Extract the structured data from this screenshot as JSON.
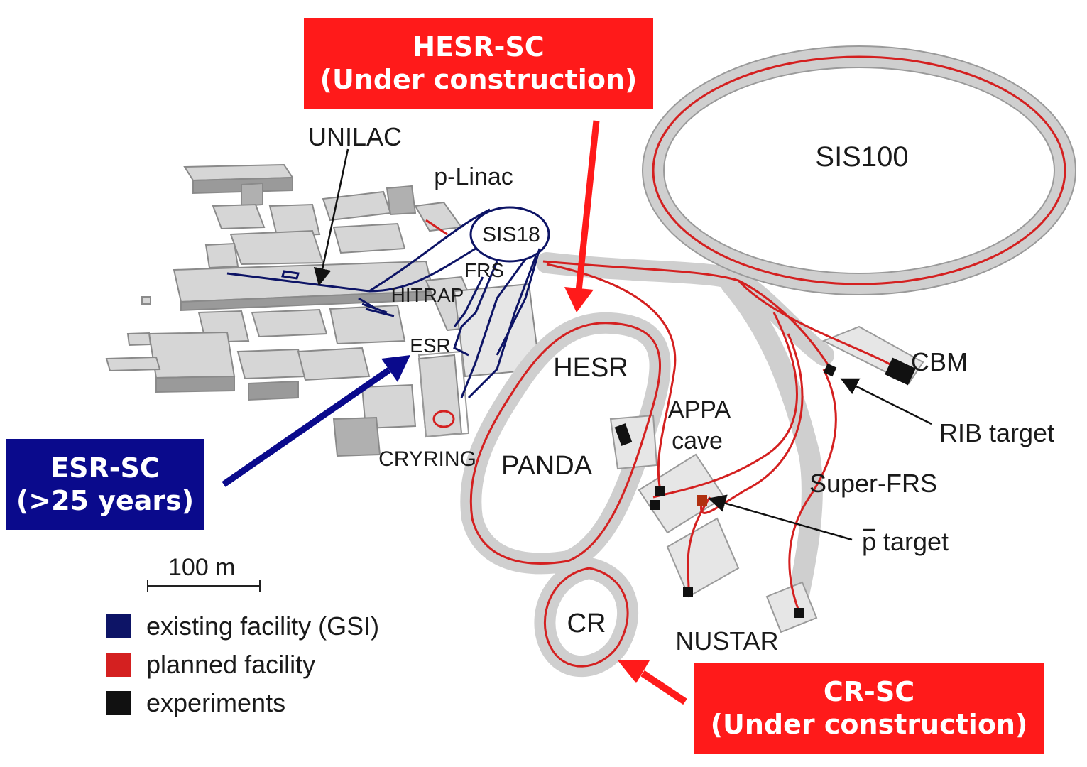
{
  "colors": {
    "existing": "#0d1466",
    "planned": "#d42020",
    "experiment": "#111111",
    "callout_red": "#ff1a1a",
    "callout_blue": "#0a0a8c",
    "building": "#c8c8c8",
    "building_dark": "#8a8a8a"
  },
  "callouts": {
    "hesr": {
      "line1": "HESR-SC",
      "line2": "(Under construction)"
    },
    "cr": {
      "line1": "CR-SC",
      "line2": "(Under construction)"
    },
    "esr": {
      "line1": "ESR-SC",
      "line2": "(>25 years)"
    }
  },
  "labels": {
    "unilac": "UNILAC",
    "p_linac": "p-Linac",
    "sis18": "SIS18",
    "frs": "FRS",
    "hitrap": "HITRAP",
    "esr": "ESR",
    "cryring": "CRYRING",
    "hesr": "HESR",
    "panda": "PANDA",
    "appa_line1": "APPA",
    "appa_line2": "cave",
    "sis100": "SIS100",
    "cbm": "CBM",
    "rib_target": "RIB target",
    "super_frs": "Super-FRS",
    "pbar_target": "p target",
    "cr": "CR",
    "nustar": "NUSTAR"
  },
  "scale_bar": {
    "label": "100 m"
  },
  "legend": [
    {
      "label": "existing facility (GSI)",
      "color": "#0d1466",
      "icon": "existing-swatch"
    },
    {
      "label": "planned facility",
      "color": "#d42020",
      "icon": "planned-swatch"
    },
    {
      "label": "experiments",
      "color": "#111111",
      "icon": "experiments-swatch"
    }
  ]
}
